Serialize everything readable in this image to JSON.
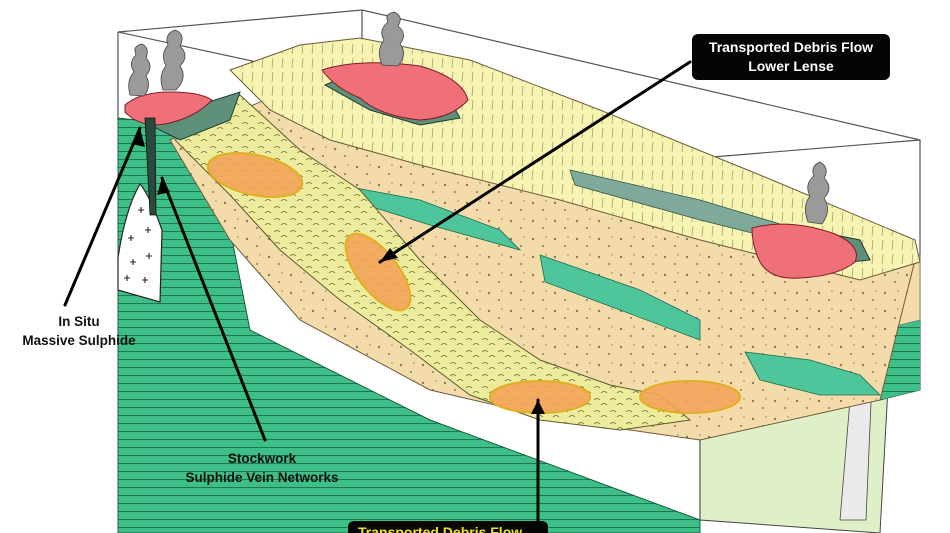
{
  "labels": {
    "lower_lense": {
      "line1": "Transported Debris Flow",
      "line2": "Lower Lense"
    },
    "in_situ": {
      "line1": "In Situ",
      "line2": "Massive Sulphide"
    },
    "stockwork": {
      "line1": "Stockwork",
      "line2": "Sulphide Vein Networks"
    },
    "bottom_partial": "Transported Debris Flow"
  },
  "colors": {
    "green_strata": "#3fbf88",
    "pale_yellow": "#f7f3b0",
    "light_tan": "#f3dcaa",
    "debris_yellow": "#ecec9c",
    "sulphide_red": "#f0707a",
    "orange_lens": "#f4a45a",
    "teal_band": "#4ec59a",
    "dark_green_cap": "#5e8f78",
    "label_bg": "#050505",
    "label_text_bottom": "#f2e21c"
  },
  "icons": [
    "smoke-plume-icon",
    "plus-cross-icon"
  ]
}
